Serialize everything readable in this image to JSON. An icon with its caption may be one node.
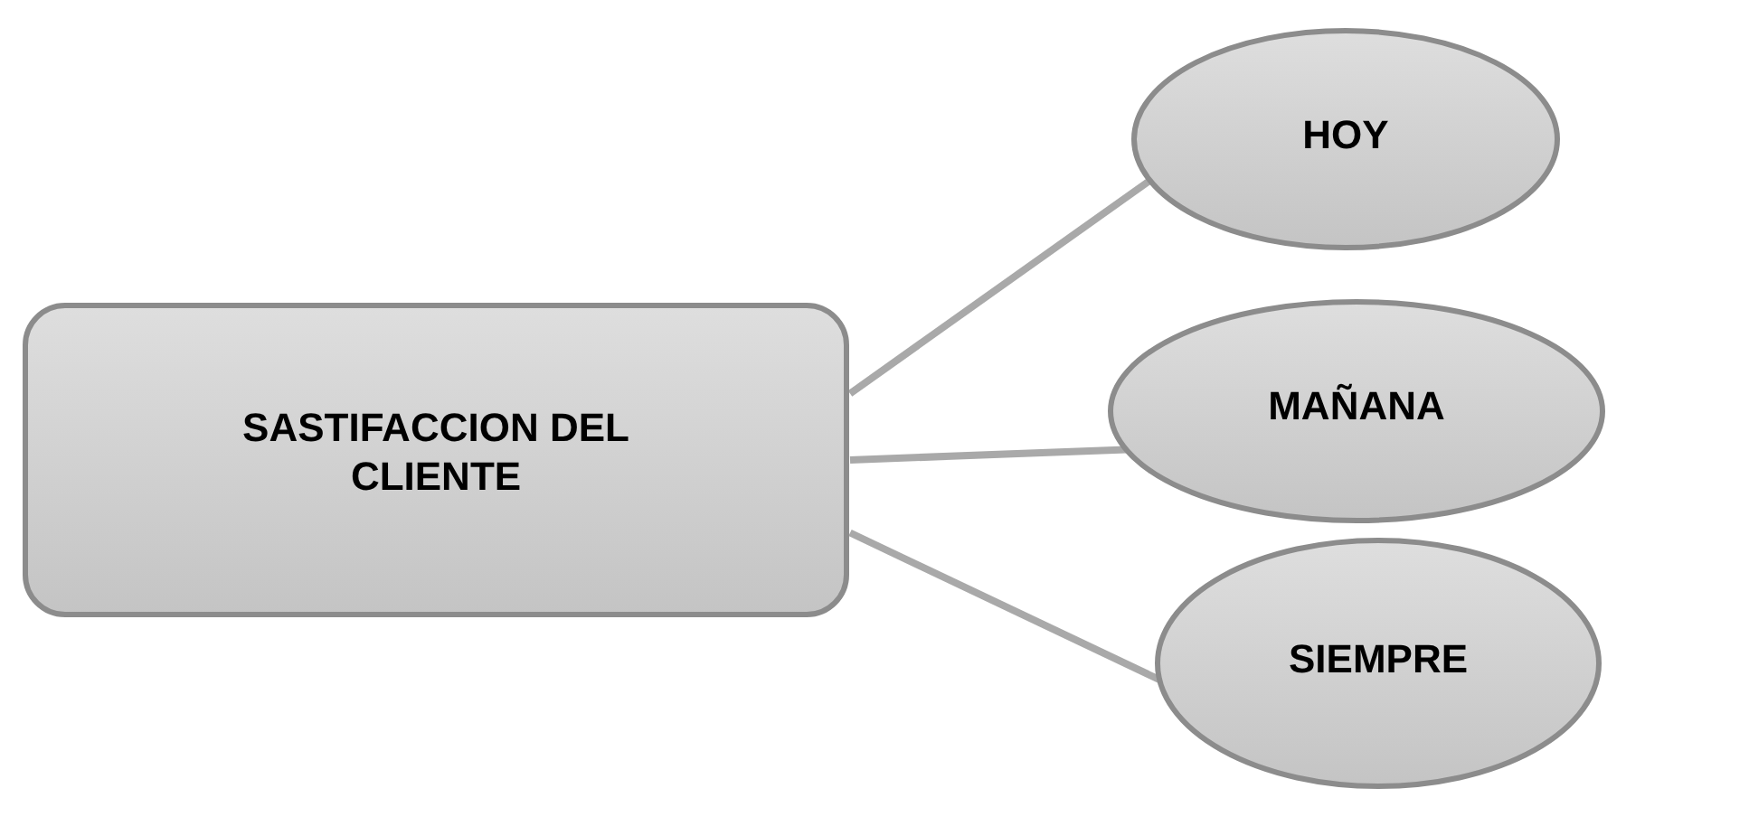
{
  "diagram": {
    "nodes": [
      {
        "text": [
          "SASTIFACCION DEL CLIENTE"
        ]
      },
      {
        "text": [
          "HOY"
        ]
      },
      {
        "text": [
          "MAÑANA"
        ]
      },
      {
        "text": [
          "SIEMPRE"
        ]
      }
    ],
    "edges": [
      {
        "from": 0,
        "to": 1,
        "arrow": "none"
      },
      {
        "from": 0,
        "to": 2,
        "arrow": "none"
      },
      {
        "from": 0,
        "to": 3,
        "arrow": "none"
      }
    ]
  }
}
